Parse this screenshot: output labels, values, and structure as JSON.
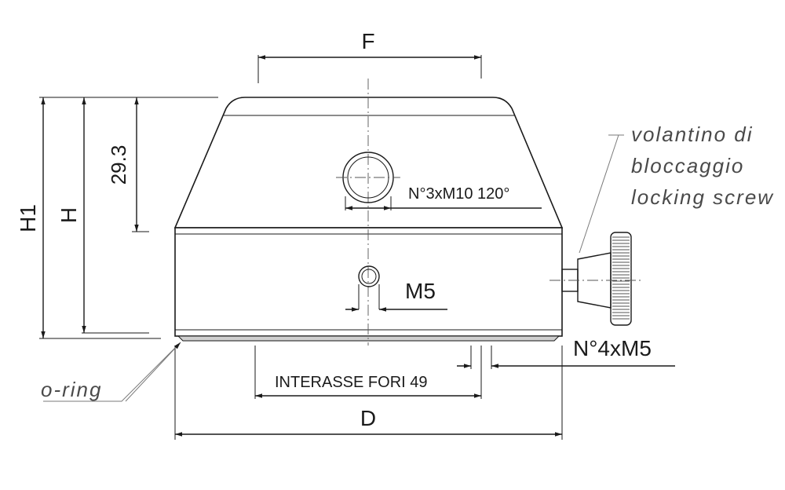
{
  "labels": {
    "dim_F": "F",
    "dim_D": "D",
    "dim_H": "H",
    "dim_H1": "H1",
    "dim_29_3": "29.3",
    "thread_top": "N°3xM10 120°",
    "thread_side": "M5",
    "thread_bottom": "N°4xM5",
    "interasse": "INTERASSE FORI 49",
    "oring": "o-ring",
    "volantino_1": "volantino di",
    "volantino_2": "bloccaggio",
    "volantino_3": "locking screw"
  },
  "colors": {
    "line": "#1a1a1a",
    "leader": "#7a7a7a",
    "background": "#ffffff"
  }
}
